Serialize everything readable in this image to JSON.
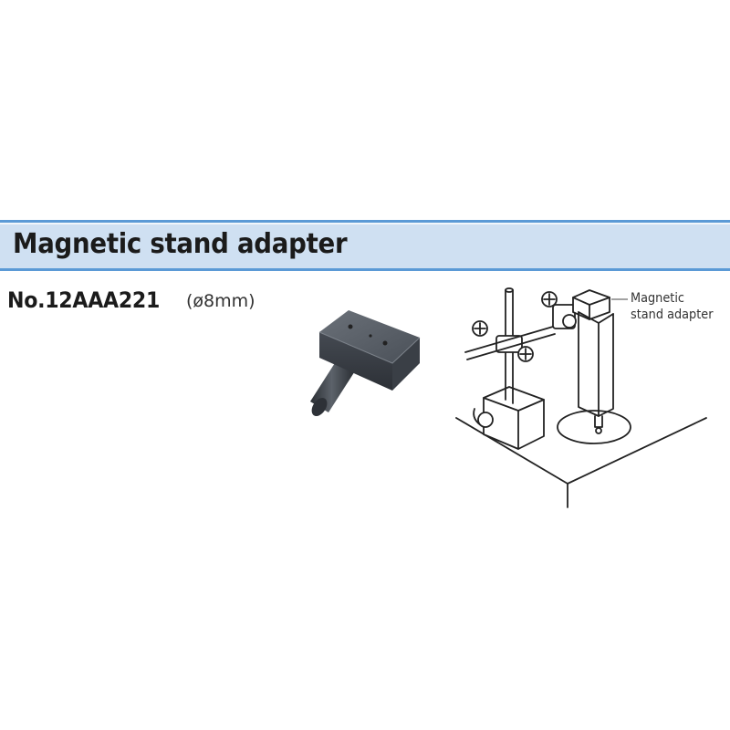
{
  "header": {
    "title": "Magnetic stand adapter"
  },
  "product": {
    "part_number": "No.12AAA221",
    "spec": "(ø8mm)"
  },
  "diagram": {
    "callout_label": "Magnetic\nstand adapter"
  },
  "colors": {
    "header_fill": "#cfe0f2",
    "header_border": "#5b9ad6",
    "metal_dark": "#3a4048"
  }
}
